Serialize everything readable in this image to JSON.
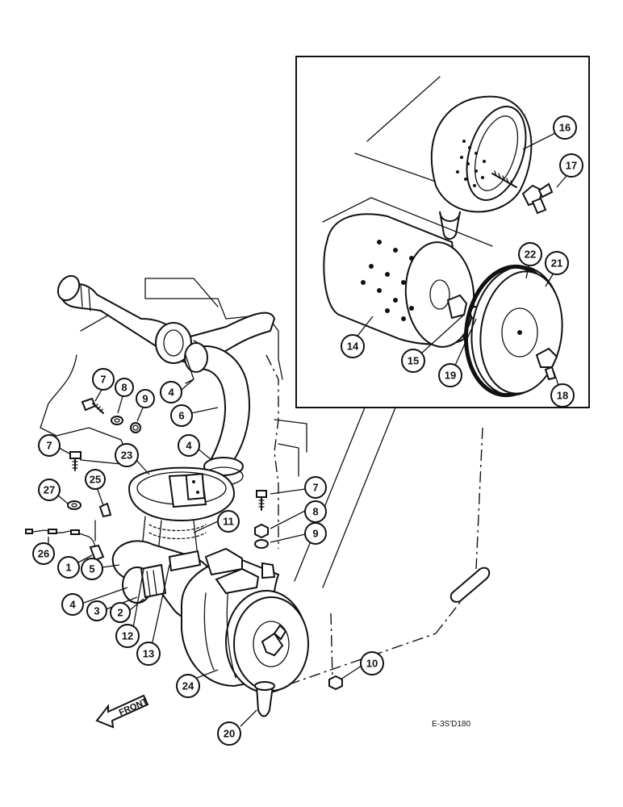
{
  "diagram": {
    "drawing_code": "E-3S'D180",
    "direction_label": "FRONT",
    "callouts": [
      {
        "id": "c16",
        "label": "16"
      },
      {
        "id": "c17",
        "label": "17"
      },
      {
        "id": "c22",
        "label": "22"
      },
      {
        "id": "c21",
        "label": "21"
      },
      {
        "id": "c14",
        "label": "14"
      },
      {
        "id": "c15",
        "label": "15"
      },
      {
        "id": "c19",
        "label": "19"
      },
      {
        "id": "c18",
        "label": "18"
      },
      {
        "id": "c7a",
        "label": "7"
      },
      {
        "id": "c8a",
        "label": "8"
      },
      {
        "id": "c9a",
        "label": "9"
      },
      {
        "id": "c4a",
        "label": "4"
      },
      {
        "id": "c6",
        "label": "6"
      },
      {
        "id": "c7b",
        "label": "7"
      },
      {
        "id": "c23",
        "label": "23"
      },
      {
        "id": "c4b",
        "label": "4"
      },
      {
        "id": "c25",
        "label": "25"
      },
      {
        "id": "c27",
        "label": "27"
      },
      {
        "id": "c7c",
        "label": "7"
      },
      {
        "id": "c8b",
        "label": "8"
      },
      {
        "id": "c11",
        "label": "11"
      },
      {
        "id": "c9b",
        "label": "9"
      },
      {
        "id": "c26",
        "label": "26"
      },
      {
        "id": "c1",
        "label": "1"
      },
      {
        "id": "c5",
        "label": "5"
      },
      {
        "id": "c4c",
        "label": "4"
      },
      {
        "id": "c3",
        "label": "3"
      },
      {
        "id": "c2",
        "label": "2"
      },
      {
        "id": "c12",
        "label": "12"
      },
      {
        "id": "c13",
        "label": "13"
      },
      {
        "id": "c24",
        "label": "24"
      },
      {
        "id": "c10",
        "label": "10"
      },
      {
        "id": "c20",
        "label": "20"
      }
    ]
  }
}
